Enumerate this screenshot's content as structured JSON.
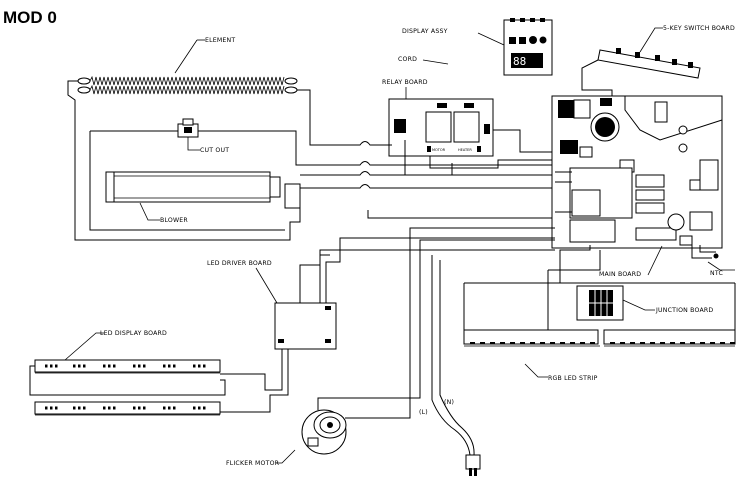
{
  "title": "MOD 0",
  "labels": {
    "element": "ELEMENT",
    "cut_out": "CUT OUT",
    "blower": "BLOWER",
    "display_assy": "DISPLAY ASSY",
    "cord": "CORD",
    "relay_board": "RELAY BOARD",
    "switch_board": "5-KEY SWITCH BOARD",
    "led_driver_board": "LED DRIVER BOARD",
    "led_display_board": "LED DISPLAY BOARD",
    "main_board": "MAIN BOARD",
    "ntc": "NTC",
    "junction_board": "JUNCTION BOARD",
    "rgb_led_strip": "RGB LED STRIP",
    "flicker_motor": "FLICKER MOTOR",
    "neutral": "(N)",
    "live": "(L)"
  },
  "relay_marks": {
    "motor": "MOTOR",
    "heater": "HEATER"
  }
}
